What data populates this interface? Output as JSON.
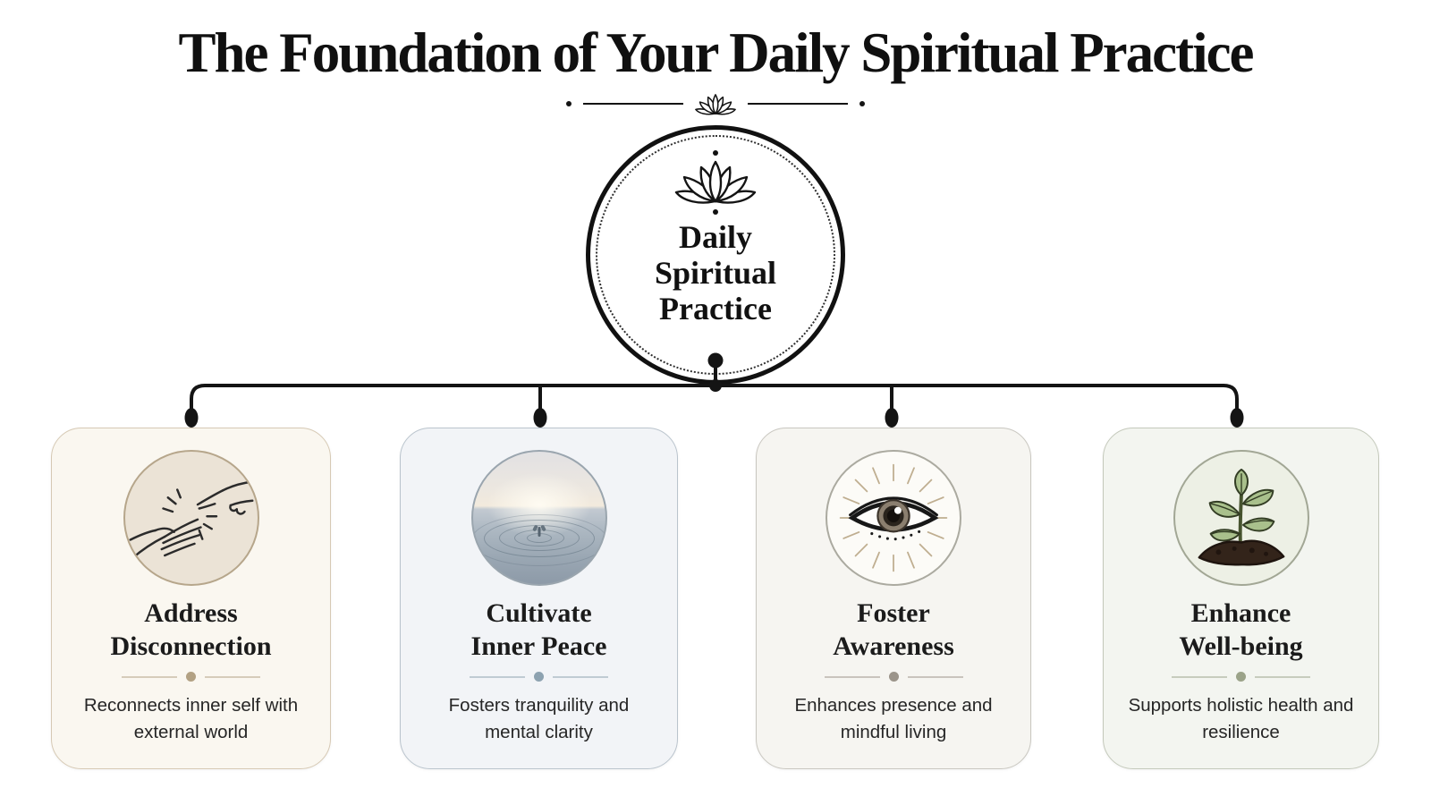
{
  "header": {
    "title": "The Foundation of Your Daily Spiritual Practice"
  },
  "center": {
    "icon": "lotus-icon",
    "label_lines": [
      "Daily",
      "Spiritual",
      "Practice"
    ]
  },
  "cards": [
    {
      "title_lines": [
        "Address",
        "Disconnection"
      ],
      "description": "Reconnects inner self with external world",
      "icon": "reaching-hands-icon",
      "bg": "#faf7f0",
      "border": "#d6c9b4",
      "accent": "#b2a183"
    },
    {
      "title_lines": [
        "Cultivate",
        "Inner Peace"
      ],
      "description": "Fosters tranquility and mental clarity",
      "icon": "water-ripple-icon",
      "bg": "#f2f4f7",
      "border": "#bac4cd",
      "accent": "#8da2b0"
    },
    {
      "title_lines": [
        "Foster",
        "Awareness"
      ],
      "description": "Enhances presence and mindful living",
      "icon": "radiant-eye-icon",
      "bg": "#f6f5f1",
      "border": "#c9c7c0",
      "accent": "#9b948a"
    },
    {
      "title_lines": [
        "Enhance",
        "Well-being"
      ],
      "description": "Supports holistic health and resilience",
      "icon": "sprout-icon",
      "bg": "#f3f5f0",
      "border": "#c4c9bb",
      "accent": "#9ba389"
    }
  ],
  "colors": {
    "ink": "#141414",
    "background": "#ffffff"
  }
}
